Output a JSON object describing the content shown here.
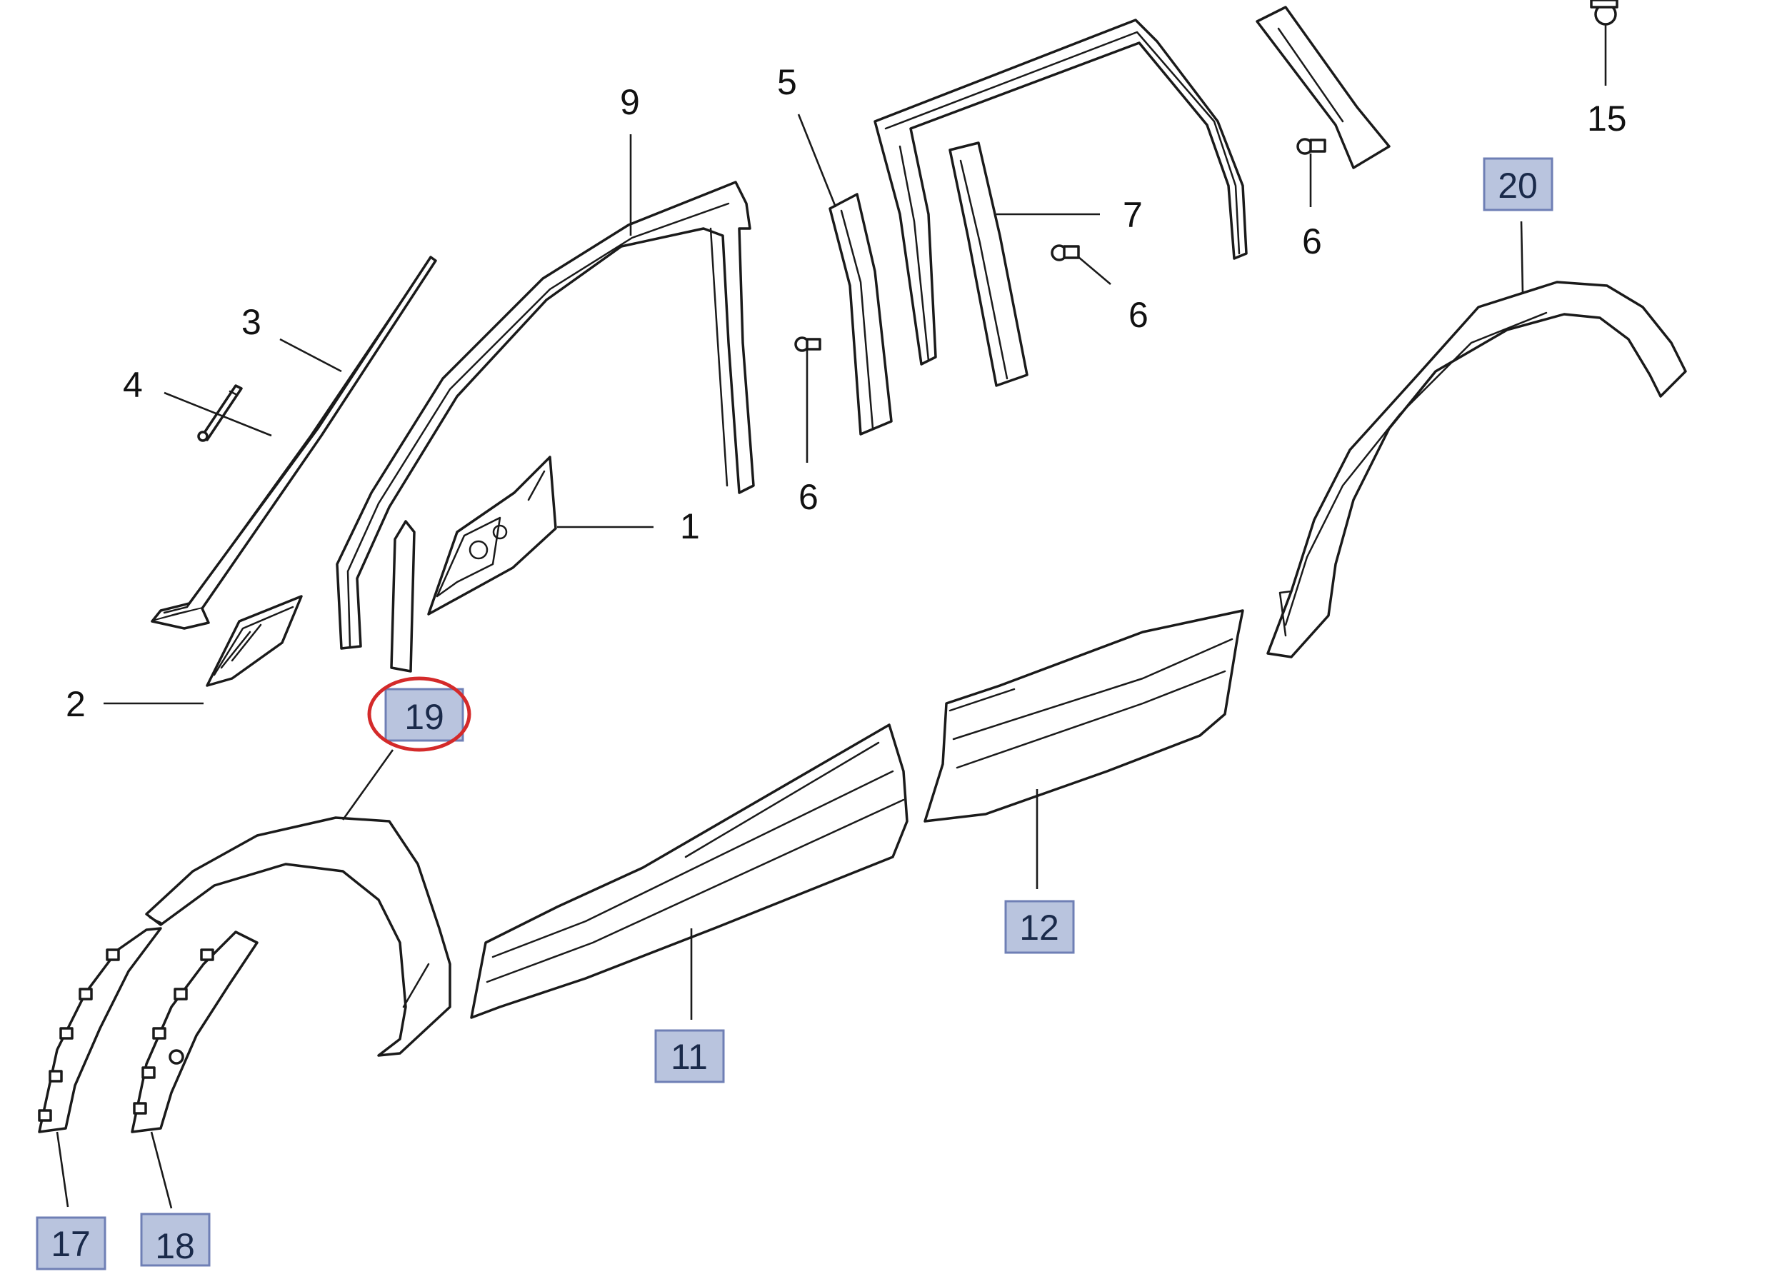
{
  "figure": {
    "type": "exploded parts diagram",
    "colors": {
      "line": "#1a1a1a",
      "highlight_box_fill": "#b9c4de",
      "highlight_box_border": "#6f7fb5",
      "circle_marker": "#d42a2a"
    }
  },
  "callouts": {
    "c1": "1",
    "c2": "2",
    "c3": "3",
    "c4": "4",
    "c5": "5",
    "c6a": "6",
    "c6b": "6",
    "c6c": "6",
    "c7": "7",
    "c9": "9",
    "c11": "11",
    "c12": "12",
    "c15": "15",
    "c17": "17",
    "c18": "18",
    "c19": "19",
    "c20": "20"
  },
  "highlighted": [
    "11",
    "12",
    "17",
    "18",
    "19",
    "20"
  ],
  "circled": "19"
}
